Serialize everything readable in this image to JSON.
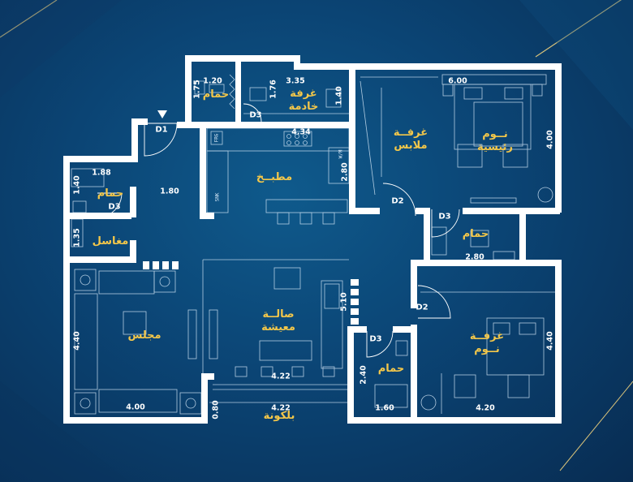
{
  "rooms": {
    "bath_maid": "حمام",
    "maid_room": "غرفة\nخادمة",
    "dressing": "غرفــة\nملابس",
    "master_bedroom": "نــوم\nرئيسية",
    "kitchen": "مطبــخ",
    "bath_left": "حمام",
    "washbasin": "مغاسل",
    "bath_right": "حمام",
    "majlis": "مجلس",
    "living": "صالــة\nمعيشة",
    "bath_lower": "حمام",
    "bedroom": "غرفــة\nنــوم",
    "balcony": "بلكونة"
  },
  "dimensions": {
    "bath_maid_w": "1.20",
    "bath_maid_h": "1.75",
    "maid_w": "3.35",
    "maid_h1": "1.76",
    "maid_h2": "1.40",
    "kitchen_w": "4.34",
    "kitchen_h": "2.80",
    "master_w": "6.00",
    "master_h": "4.00",
    "bath_left_w": "1.88",
    "bath_left_h": "1.40",
    "corridor_w": "1.80",
    "washbasin_h": "1.35",
    "bath_right_w": "2.80",
    "living_h": "5.10",
    "majlis_h": "4.40",
    "majlis_w": "4.00",
    "living_w": "4.22",
    "balcony_w": "4.22",
    "balcony_h": "0.80",
    "bath_lower_h": "2.40",
    "bath_lower_w": "1.60",
    "bedroom_w": "4.20",
    "bedroom_h": "4.40"
  },
  "doors": {
    "entry": "D1",
    "maid": "D3",
    "bath_left": "D3",
    "dressing": "D2",
    "bath_right": "D3",
    "bedroom": "D2",
    "bath_lower": "D3"
  },
  "fixtures": {
    "fridge": "FRG",
    "washer": "W/M",
    "sink": "SNK"
  },
  "colors": {
    "background": "#0b4474",
    "walls": "#ffffff",
    "room_labels": "#f3c74a",
    "furniture": "#cfe3f3",
    "accent_lines": "#d8c27a"
  }
}
